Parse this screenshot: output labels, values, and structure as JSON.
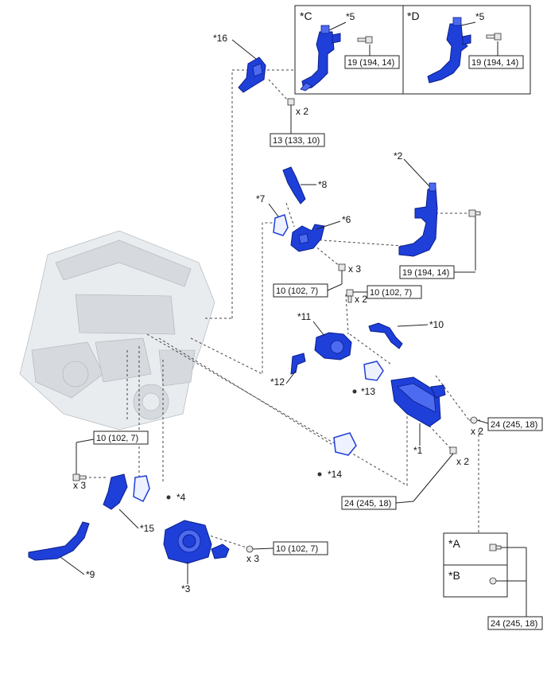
{
  "labels": {
    "p1": "*1",
    "p2": "*2",
    "p3": "*3",
    "p4": "*4",
    "p5c": "*5",
    "p5d": "*5",
    "p6": "*6",
    "p7": "*7",
    "p8": "*8",
    "p9": "*9",
    "p10": "*10",
    "p11": "*11",
    "p12": "*12",
    "p13": "*13",
    "p14": "*14",
    "p15": "*15",
    "p16": "*16",
    "inset_c": "*C",
    "inset_d": "*D",
    "key_a": "*A",
    "key_b": "*B"
  },
  "torque": {
    "t_c": "19 (194, 14)",
    "t_d": "19 (194, 14)",
    "t_16": "13 (133, 10)",
    "t_2": "19 (194, 14)",
    "t_6": "10 (102, 7)",
    "t_11": "10 (102, 7)",
    "t_1a": "24 (245, 18)",
    "t_1b": "24 (245, 18)",
    "t_15": "10 (102, 7)",
    "t_3": "10 (102, 7)",
    "t_key": "24 (245, 18)"
  },
  "qty": {
    "q16": "x 2",
    "q6": "x 3",
    "q11": "x 2",
    "q1a": "x 2",
    "q1b": "x 2",
    "q15": "x 3",
    "q3": "x 3"
  }
}
